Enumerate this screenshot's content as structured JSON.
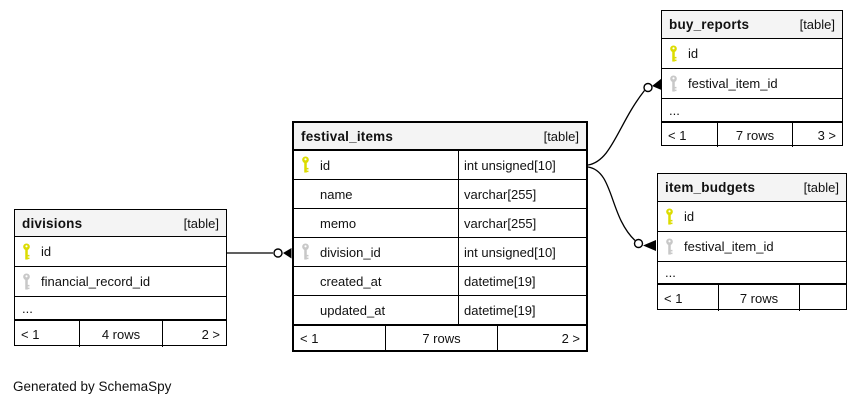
{
  "generator": "Generated by SchemaSpy",
  "colors": {
    "primary_key": "#dcdc00",
    "foreign_key": "#c8c8c8",
    "header_bg": "#f4f4f4",
    "border": "#000000"
  },
  "tables": [
    {
      "name": "divisions",
      "tag": "[table]",
      "columns": [
        {
          "name": "id",
          "key": "primary"
        },
        {
          "name": "financial_record_id",
          "key": "foreign"
        }
      ],
      "ellipsis": "...",
      "footer": {
        "prev": "< 1",
        "rows": "4 rows",
        "next": "2 >"
      }
    },
    {
      "name": "festival_items",
      "tag": "[table]",
      "columns": [
        {
          "name": "id",
          "type": "int unsigned[10]",
          "key": "primary"
        },
        {
          "name": "name",
          "type": "varchar[255]",
          "key": "none"
        },
        {
          "name": "memo",
          "type": "varchar[255]",
          "key": "none"
        },
        {
          "name": "division_id",
          "type": "int unsigned[10]",
          "key": "foreign"
        },
        {
          "name": "created_at",
          "type": "datetime[19]",
          "key": "none"
        },
        {
          "name": "updated_at",
          "type": "datetime[19]",
          "key": "none"
        }
      ],
      "footer": {
        "prev": "< 1",
        "rows": "7 rows",
        "next": "2 >"
      }
    },
    {
      "name": "buy_reports",
      "tag": "[table]",
      "columns": [
        {
          "name": "id",
          "key": "primary"
        },
        {
          "name": "festival_item_id",
          "key": "foreign"
        }
      ],
      "ellipsis": "...",
      "footer": {
        "prev": "< 1",
        "rows": "7 rows",
        "next": "3 >"
      }
    },
    {
      "name": "item_budgets",
      "tag": "[table]",
      "columns": [
        {
          "name": "id",
          "key": "primary"
        },
        {
          "name": "festival_item_id",
          "key": "foreign"
        }
      ],
      "ellipsis": "...",
      "footer": {
        "prev": "< 1",
        "rows": "7 rows",
        "next": ""
      }
    }
  ],
  "relationships": [
    {
      "parent": "divisions.id",
      "child": "festival_items.division_id"
    },
    {
      "parent": "festival_items.id",
      "child": "buy_reports.festival_item_id"
    },
    {
      "parent": "festival_items.id",
      "child": "item_budgets.festival_item_id"
    }
  ]
}
